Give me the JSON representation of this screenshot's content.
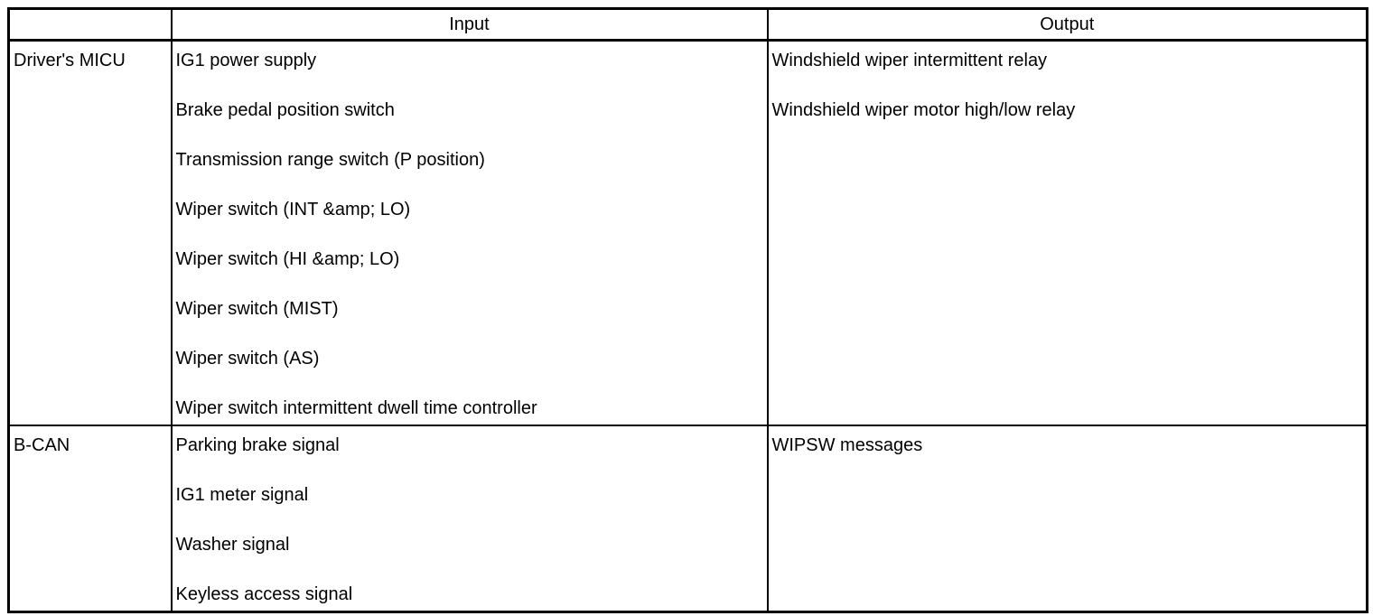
{
  "table": {
    "headers": {
      "corner": "",
      "input": "Input",
      "output": "Output"
    },
    "rows": [
      {
        "source": "Driver's MICU",
        "inputs": [
          "IG1 power supply",
          "Brake pedal position switch",
          "Transmission range switch (P position)",
          "Wiper switch (INT &amp; LO)",
          "Wiper switch (HI &amp; LO)",
          "Wiper switch (MIST)",
          "Wiper switch (AS)",
          "Wiper switch intermittent dwell time controller"
        ],
        "outputs": [
          "Windshield wiper intermittent relay",
          "Windshield wiper motor high/low relay"
        ]
      },
      {
        "source": "B-CAN",
        "inputs": [
          "Parking brake signal",
          "IG1 meter signal",
          "Washer signal",
          "Keyless access signal"
        ],
        "outputs": [
          "WIPSW messages"
        ]
      }
    ]
  }
}
